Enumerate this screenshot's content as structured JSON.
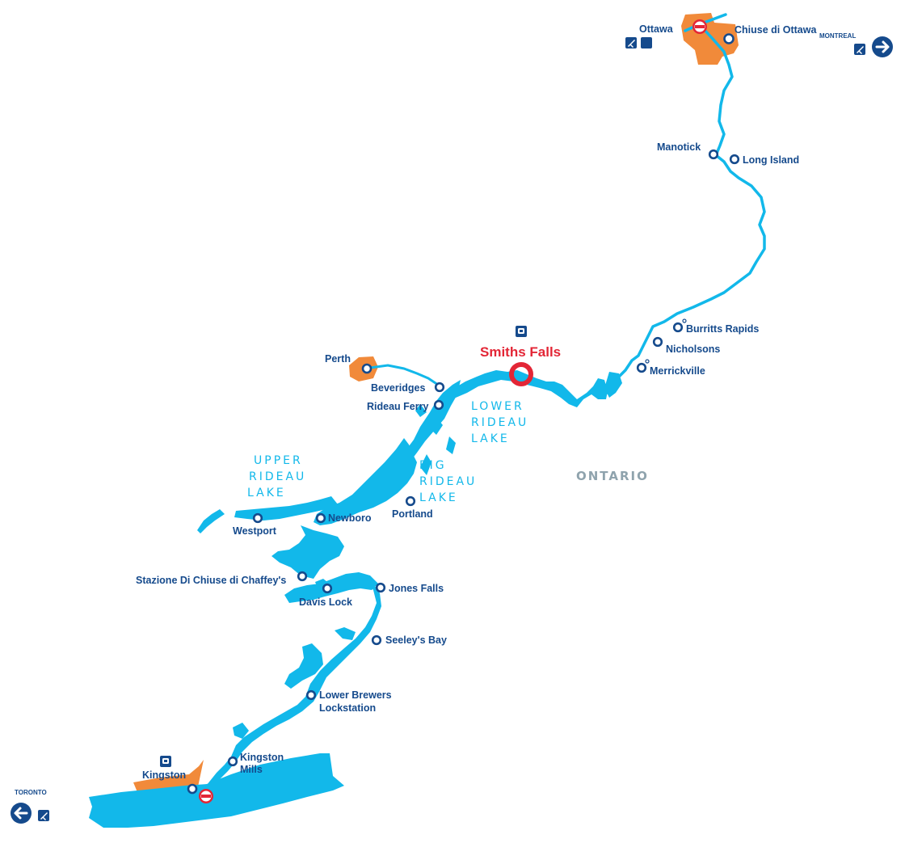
{
  "region_label": "ONTARIO",
  "hub": {
    "name": "Smiths Falls"
  },
  "lakes": {
    "lower_rideau": [
      "LOWER",
      "RIDEAU",
      "LAKE"
    ],
    "big_rideau": [
      "BIG",
      "RIDEAU",
      "LAKE"
    ],
    "upper_rideau": [
      "UPPER",
      "RIDEAU",
      "LAKE"
    ]
  },
  "destinations": {
    "montreal": "MONTREAL",
    "toronto": "TORONTO"
  },
  "cities": {
    "ottawa": "Ottawa",
    "kingston": "Kingston",
    "perth": "Perth"
  },
  "stops": {
    "chiuse_di_ottawa": "Chiuse di Ottawa",
    "manotick": "Manotick",
    "long_island": "Long Island",
    "burritts_rapids": "Burritts Rapids",
    "nicholsons": "Nicholsons",
    "merrickville": "Merrickville",
    "beveridges": "Beveridges",
    "rideau_ferry": "Rideau Ferry",
    "westport": "Westport",
    "newboro": "Newboro",
    "portland": "Portland",
    "chaffeys": "Stazione Di Chiuse di Chaffey's",
    "davis_lock": "Davis Lock",
    "jones_falls": "Jones Falls",
    "seeleys_bay": "Seeley's Bay",
    "lower_brewers": [
      "Lower Brewers",
      "Lockstation"
    ],
    "kingston_mills": [
      "Kingston",
      "Mills"
    ]
  },
  "icons": [
    "airport-icon",
    "train-station-icon",
    "base-icon",
    "arrow-right-icon",
    "arrow-left-icon"
  ],
  "colors": {
    "water": "#12b8ea",
    "town": "#f18a3a",
    "label": "#154a8c",
    "hub": "#e32636",
    "region": "#8fa3ad"
  }
}
